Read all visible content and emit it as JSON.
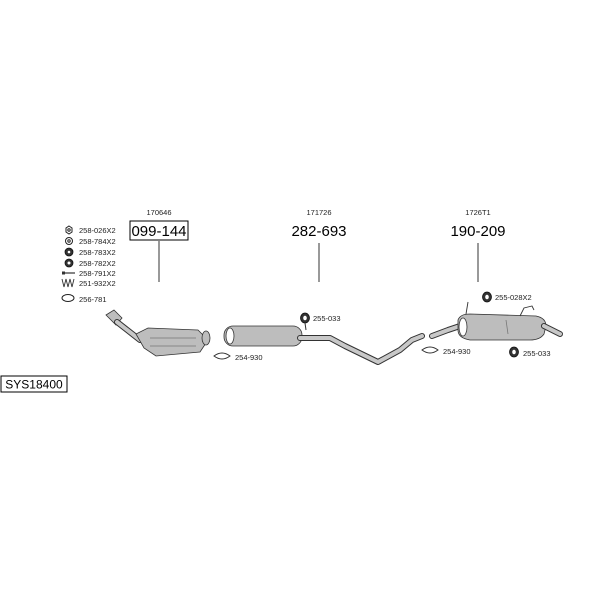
{
  "system_code": "SYS18400",
  "assemblies": [
    {
      "ref": "170646",
      "part_no": "099-144"
    },
    {
      "ref": "171726",
      "part_no": "282-693"
    },
    {
      "ref": "1726T1",
      "part_no": "190-209"
    }
  ],
  "kit_items": [
    {
      "label": "258-026X2",
      "icon": "nut-icon"
    },
    {
      "label": "258-784X2",
      "icon": "washer-icon"
    },
    {
      "label": "258-783X2",
      "icon": "washer-icon"
    },
    {
      "label": "258-782X2",
      "icon": "nut-icon"
    },
    {
      "label": "258-791X2",
      "icon": "bolt-icon"
    },
    {
      "label": "251-932X2",
      "icon": "spring-icon"
    },
    {
      "label": "256-781",
      "icon": "gasket-ring-icon"
    }
  ],
  "fittings": {
    "clamp_front": "254-930",
    "hanger_mid": "255-033",
    "hanger_rear_top": "255-028X2",
    "clamp_rear": "254-930",
    "hanger_rear_bottom": "255-033"
  }
}
